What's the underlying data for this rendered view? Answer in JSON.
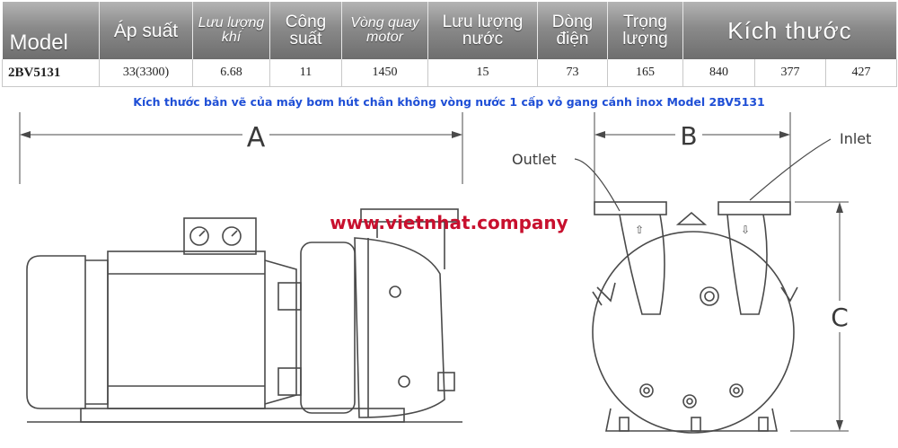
{
  "table": {
    "headers": [
      {
        "line1": "Model",
        "line2": ""
      },
      {
        "line1": "Áp suất",
        "line2": ""
      },
      {
        "line1": "Lưu lượng",
        "line2": "khí"
      },
      {
        "line1": "Công",
        "line2": "suất"
      },
      {
        "line1": "Vòng quay",
        "line2": "motor"
      },
      {
        "line1": "Lưu lượng",
        "line2": "nước"
      },
      {
        "line1": "Dòng",
        "line2": "điện"
      },
      {
        "line1": "Trọng",
        "line2": "lượng"
      },
      {
        "line1": "Kích thước",
        "line2": ""
      }
    ],
    "row": [
      "2BV5131",
      "33(3300)",
      "6.68",
      "11",
      "1450",
      "15",
      "73",
      "165",
      "840",
      "377",
      "427"
    ]
  },
  "caption": "Kích thước bản vẽ của máy bơm hút chân không vòng nước 1 cấp vỏ gang cánh inox Model 2BV5131",
  "drawing": {
    "dim_a": "A",
    "dim_b": "B",
    "dim_c": "C",
    "outlet_label": "Outlet",
    "inlet_label": "Inlet",
    "watermark": "www.vietnhat.company"
  }
}
